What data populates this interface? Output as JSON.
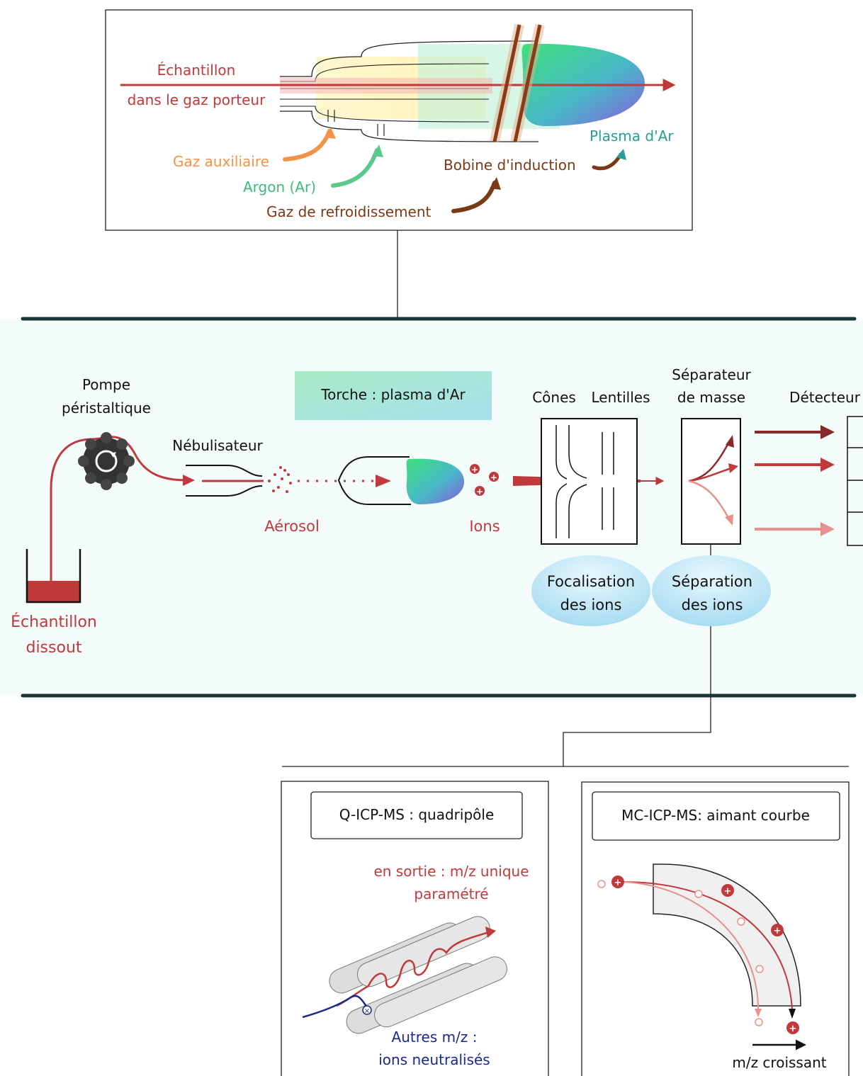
{
  "colors": {
    "red": "#c0393b",
    "green": "#3fb97a",
    "orange": "#f3934a",
    "brown": "#7a3a16",
    "teal": "#2a9a9a",
    "navy": "#1a2a8a",
    "dark_bar": "#183838",
    "band_bg": "#f4fbfb"
  },
  "torch_detail": {
    "sample_line1": "Échantillon",
    "sample_line2": "dans le gaz porteur",
    "aux_gas": "Gaz auxiliaire",
    "argon": "Argon (Ar)",
    "cooling_gas": "Gaz de refroidissement",
    "coil": "Bobine d'induction",
    "plasma": "Plasma d'Ar"
  },
  "main_flow": {
    "pump_line1": "Pompe",
    "pump_line2": "péristaltique",
    "nebulizer": "Nébulisateur",
    "aerosol": "Aérosol",
    "torch_label": "Torche : plasma d'Ar",
    "ions": "Ions",
    "cones": "Cônes",
    "lenses": "Lentilles",
    "separator_line1": "Séparateur",
    "separator_line2": "de masse",
    "detector": "Détecteur",
    "focus_line1": "Focalisation",
    "focus_line2": "des ions",
    "sep_line1": "Séparation",
    "sep_line2": "des ions",
    "sample_line1": "Échantillon",
    "sample_line2": "dissout"
  },
  "q_panel": {
    "title": "Q-ICP-MS : quadripôle",
    "out_line1": "en sortie : m/z unique",
    "out_line2": "paramétré",
    "other_line1": "Autres m/z :",
    "other_line2": "ions neutralisés"
  },
  "mc_panel": {
    "title": "MC-ICP-MS: aimant courbe",
    "axis_label": "m/z croissant"
  }
}
